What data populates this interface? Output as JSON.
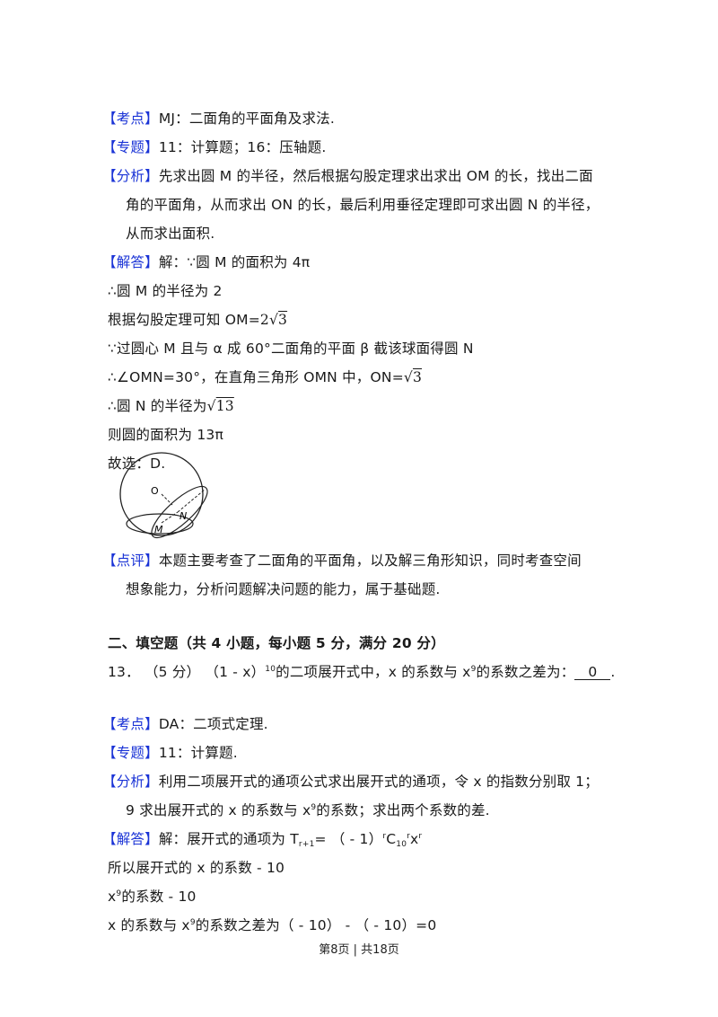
{
  "q12": {
    "kaodian": {
      "tag": "【考点】",
      "text": "MJ：二面角的平面角及求法."
    },
    "zhuanti": {
      "tag": "【专题】",
      "text": "11：计算题；16：压轴题."
    },
    "fenxi": {
      "tag": "【分析】",
      "lines": [
        "先求出圆 M 的半径，然后根据勾股定理求出求出 OM 的长，找出二面",
        "角的平面角，从而求出 ON 的长，最后利用垂径定理即可求出圆 N 的半径，",
        "从而求出面积."
      ]
    },
    "jieda": {
      "tag": "【解答】",
      "first": "解：∵圆 M 的面积为 4π",
      "steps": {
        "s1": "∴圆 M 的半径为 2",
        "s2_pre": "根据勾股定理可知 OM=",
        "s2_coef": "2",
        "s2_rad": "3",
        "s3": "∵过圆心 M 且与 α 成 60°二面角的平面 β 截该球面得圆 N",
        "s4_pre": "∴∠OMN=30°，在直角三角形 OMN 中，ON=",
        "s4_rad": "3",
        "s5_pre": "∴圆 N 的半径为",
        "s5_rad": "13",
        "s6": "则圆的面积为 13π",
        "s7": "故选：D."
      }
    },
    "figure": {
      "labels": {
        "o": "O",
        "m": "M",
        "n": "N"
      }
    },
    "dianping": {
      "tag": "【点评】",
      "lines": [
        "本题主要考查了二面角的平面角，以及解三角形知识，同时考查空间",
        "想象能力，分析问题解决问题的能力，属于基础题."
      ]
    }
  },
  "section2": {
    "title": "二、填空题（共 4 小题，每小题 5 分，满分 20 分）"
  },
  "q13": {
    "number": "13．",
    "score": "（5 分）",
    "stem_base": "（1 - x）",
    "stem_exp": "10",
    "stem_mid": "的二项展开式中，x 的系数与 x",
    "stem_exp2": "9",
    "stem_end": "的系数之差为：",
    "answer": "0",
    "period": ".",
    "kaodian": {
      "tag": "【考点】",
      "text": "DA：二项式定理."
    },
    "zhuanti": {
      "tag": "【专题】",
      "text": "11：计算题."
    },
    "fenxi": {
      "tag": "【分析】",
      "line1": "利用二项展开式的通项公式求出展开式的通项，令 x 的指数分别取 1；",
      "line2_pre": "9 求出展开式的 x 的系数与 x",
      "line2_exp": "9",
      "line2_end": "的系数；求出两个系数的差."
    },
    "jieda": {
      "tag": "【解答】",
      "pre": "解：展开式的通项为 T",
      "t_sub": "r+1",
      "eq": "= （ - 1）",
      "r1": "r",
      "c": "C",
      "c_sub": "10",
      "r2": "r",
      "x": "x",
      "r3": "r",
      "s1": "所以展开式的 x 的系数 - 10",
      "s2_x": "x",
      "s2_exp": "9",
      "s2_end": "的系数 - 10",
      "s3_pre": "x 的系数与 x",
      "s3_exp": "9",
      "s3_end": "的系数之差为（ - 10） - （ - 10）=0"
    }
  },
  "footer": {
    "page": "第8页 | 共18页"
  }
}
